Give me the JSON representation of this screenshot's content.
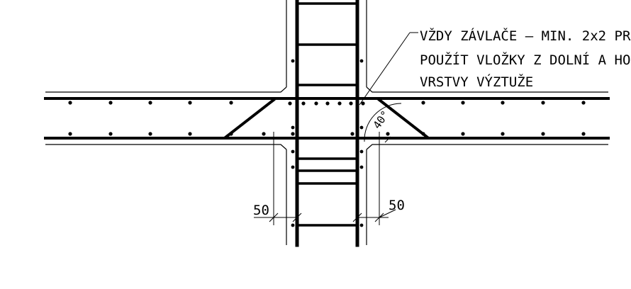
{
  "annotation": {
    "line1": "VŽDY ZÁVLAČE – MIN. 2x2 PR",
    "line2": "POUŽÍT VLOŽKY Z DOLNÍ A HO",
    "line3": "VRSTVY VÝZTUŽE"
  },
  "angle_label": "40°",
  "dim_left_label": "50",
  "dim_right_label": "50",
  "colors": {
    "ink": "#000000",
    "background": "#ffffff"
  }
}
